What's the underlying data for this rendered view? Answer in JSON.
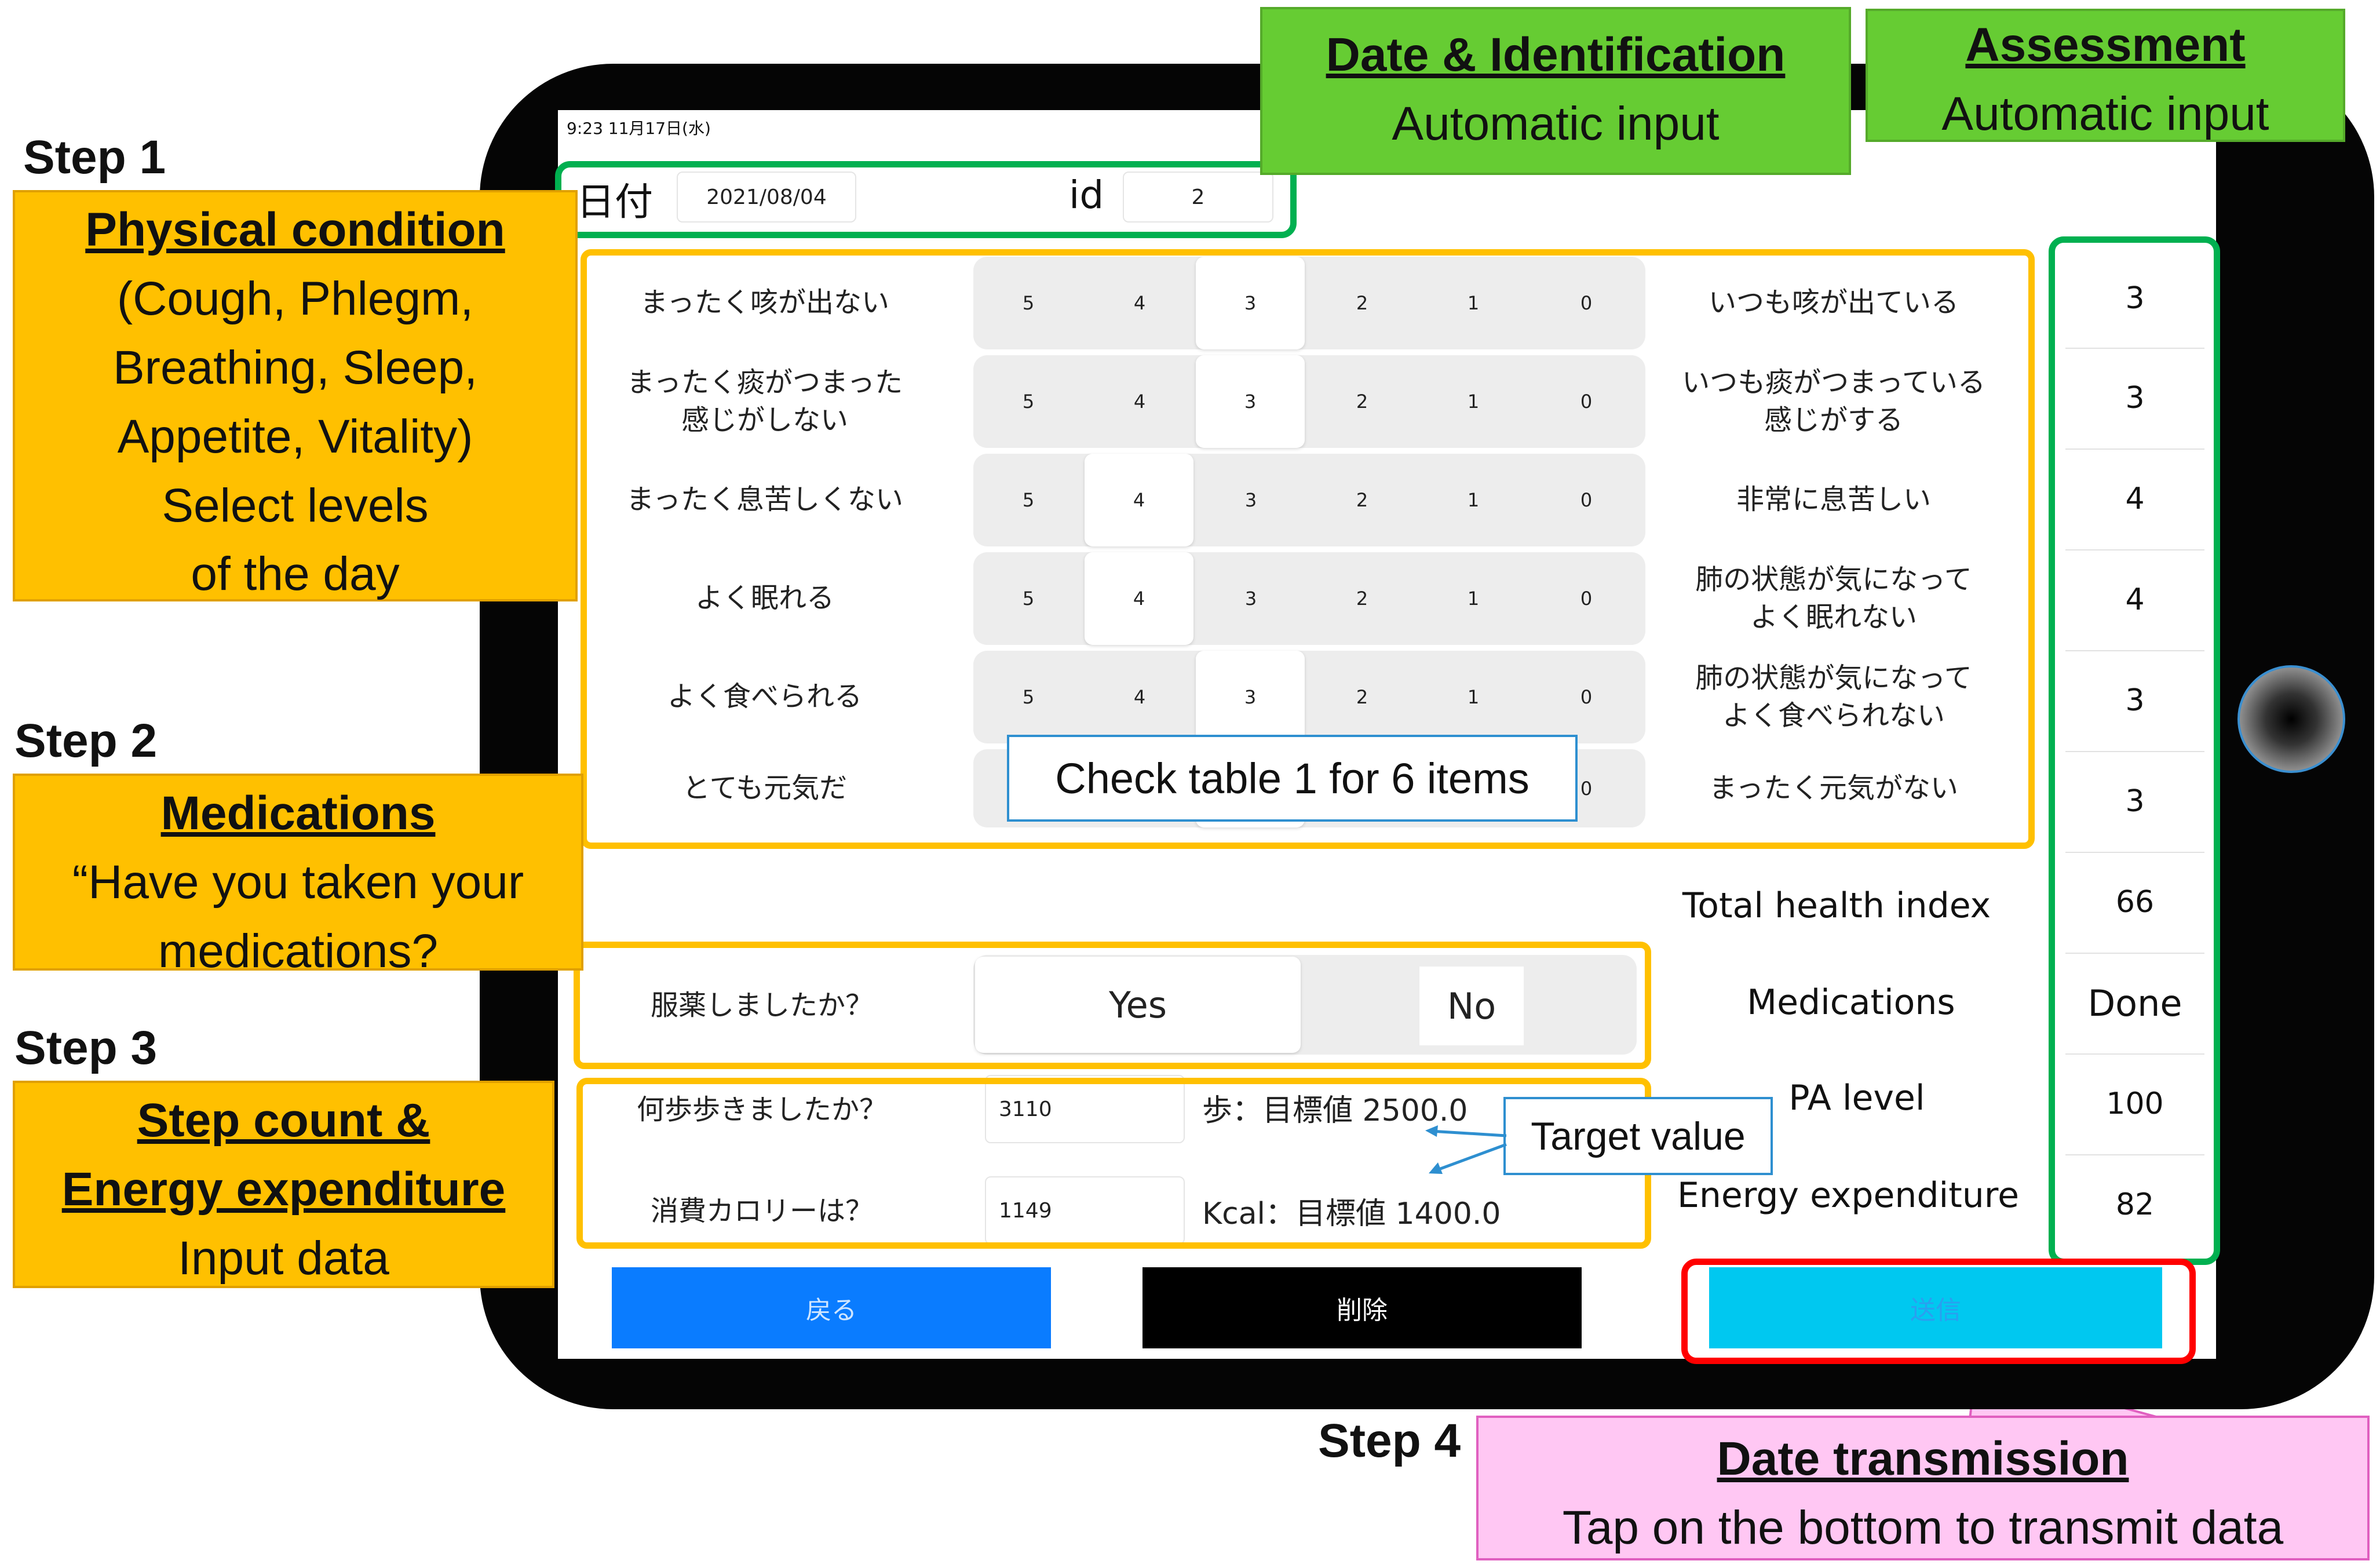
{
  "status_bar": "9:23  11月17日(水)",
  "header": {
    "date_label": "日付",
    "date_value": "2021/08/04",
    "id_label": "id",
    "id_value": "2"
  },
  "scale_options": [
    "5",
    "4",
    "3",
    "2",
    "1",
    "0"
  ],
  "questions": [
    {
      "left": "まったく咳が出ない",
      "right": "いつも咳が出ている",
      "selected": "3"
    },
    {
      "left": "まったく痰がつまった\n感じがしない",
      "right": "いつも痰がつまっている\n感じがする",
      "selected": "3"
    },
    {
      "left": "まったく息苦しくない",
      "right": "非常に息苦しい",
      "selected": "4"
    },
    {
      "left": "よく眠れる",
      "right": "肺の状態が気になって\nよく眠れない",
      "selected": "4"
    },
    {
      "left": "よく食べられる",
      "right": "肺の状態が気になって\nよく食べられない",
      "selected": "3"
    },
    {
      "left": "とても元気だ",
      "right": "まったく元気がない",
      "selected": "3"
    }
  ],
  "medication": {
    "question": "服薬しましたか？",
    "yes_label": "Yes",
    "no_label": "No",
    "selected": "No"
  },
  "steps": {
    "question": "何歩歩きましたか？",
    "value": "3110",
    "target_text": "歩：目標値  2500.0"
  },
  "calories": {
    "question": "消費カロリーは？",
    "value": "1149",
    "target_text": "Kcal：目標値  1400.0"
  },
  "assessment": {
    "scores": [
      "3",
      "3",
      "4",
      "4",
      "3",
      "3"
    ],
    "rows": [
      {
        "label": "Total health index",
        "value": "66"
      },
      {
        "label": "Medications",
        "value": "Done"
      },
      {
        "label": "PA level",
        "value": "100"
      },
      {
        "label": "Energy expenditure",
        "value": "82"
      }
    ]
  },
  "buttons": {
    "back": "戻る",
    "delete": "削除",
    "send": "送信"
  },
  "annotations": {
    "step1": "Step 1",
    "step1_title": "Physical condition",
    "step1_lines": [
      "(Cough, Phlegm,",
      "Breathing, Sleep,",
      "Appetite, Vitality)",
      "Select levels",
      "of the day"
    ],
    "step2": "Step 2",
    "step2_title": "Medications",
    "step2_lines": [
      "“Have you taken your",
      "medications?"
    ],
    "step3": "Step 3",
    "step3_title_1": "Step count &",
    "step3_title_2": "Energy expenditure",
    "step3_line": "Input data",
    "step4": "Step 4",
    "step4_title": "Date transmission",
    "step4_line": "Tap on the bottom to transmit data",
    "date_id_title": "Date & Identification",
    "date_id_line": "Automatic input",
    "assessment_title": "Assessment",
    "assessment_line": "Automatic input",
    "check_table": "Check table 1 for 6 items",
    "target_value": "Target value"
  },
  "colors": {
    "back_button": "#0a7cff",
    "delete_button": "#000000",
    "send_button": "#00c8f0",
    "send_text": "#2a9ff0",
    "yellow_frame": "#ffc000",
    "green_frame": "#00b050",
    "red_frame": "#ff0000",
    "orange_callout": "#ffc000",
    "green_callout": "#66cc33",
    "pink_callout": "#ffc7f3"
  }
}
